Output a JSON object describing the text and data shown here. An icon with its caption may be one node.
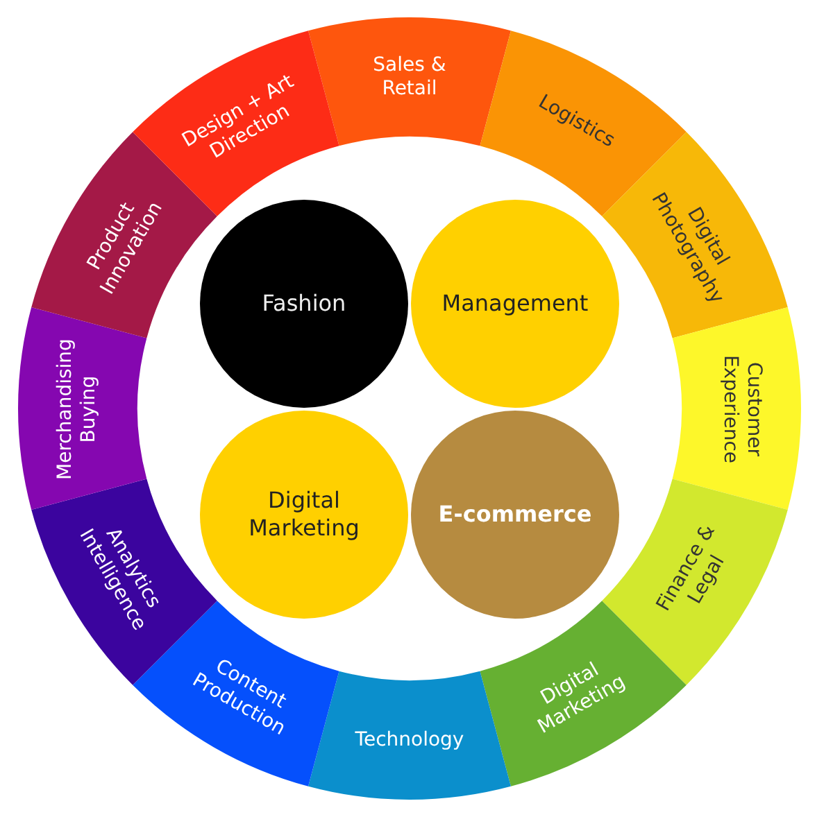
{
  "diagram": {
    "nodes": [
      {
        "text": [
          "Sales & Retail"
        ]
      },
      {
        "text": [
          "Logistics"
        ]
      },
      {
        "text": [
          "Digital Photography"
        ]
      },
      {
        "text": [
          "Customer Experience"
        ]
      },
      {
        "text": [
          "Finance & Legal"
        ]
      },
      {
        "text": [
          "Digital Marketing"
        ]
      },
      {
        "text": [
          "Technology"
        ]
      },
      {
        "text": [
          "Content Production"
        ]
      },
      {
        "text": [
          "Analytics Intelligence"
        ]
      },
      {
        "text": [
          "Merchandising Buying"
        ]
      },
      {
        "text": [
          "Product Innovation"
        ]
      },
      {
        "text": [
          "Design + Art Direction"
        ]
      },
      {
        "text": [
          "Fashion"
        ]
      },
      {
        "text": [
          "Management"
        ]
      },
      {
        "text": [
          "Digital Marketing"
        ]
      },
      {
        "text": [
          "E-commerce"
        ]
      }
    ]
  }
}
